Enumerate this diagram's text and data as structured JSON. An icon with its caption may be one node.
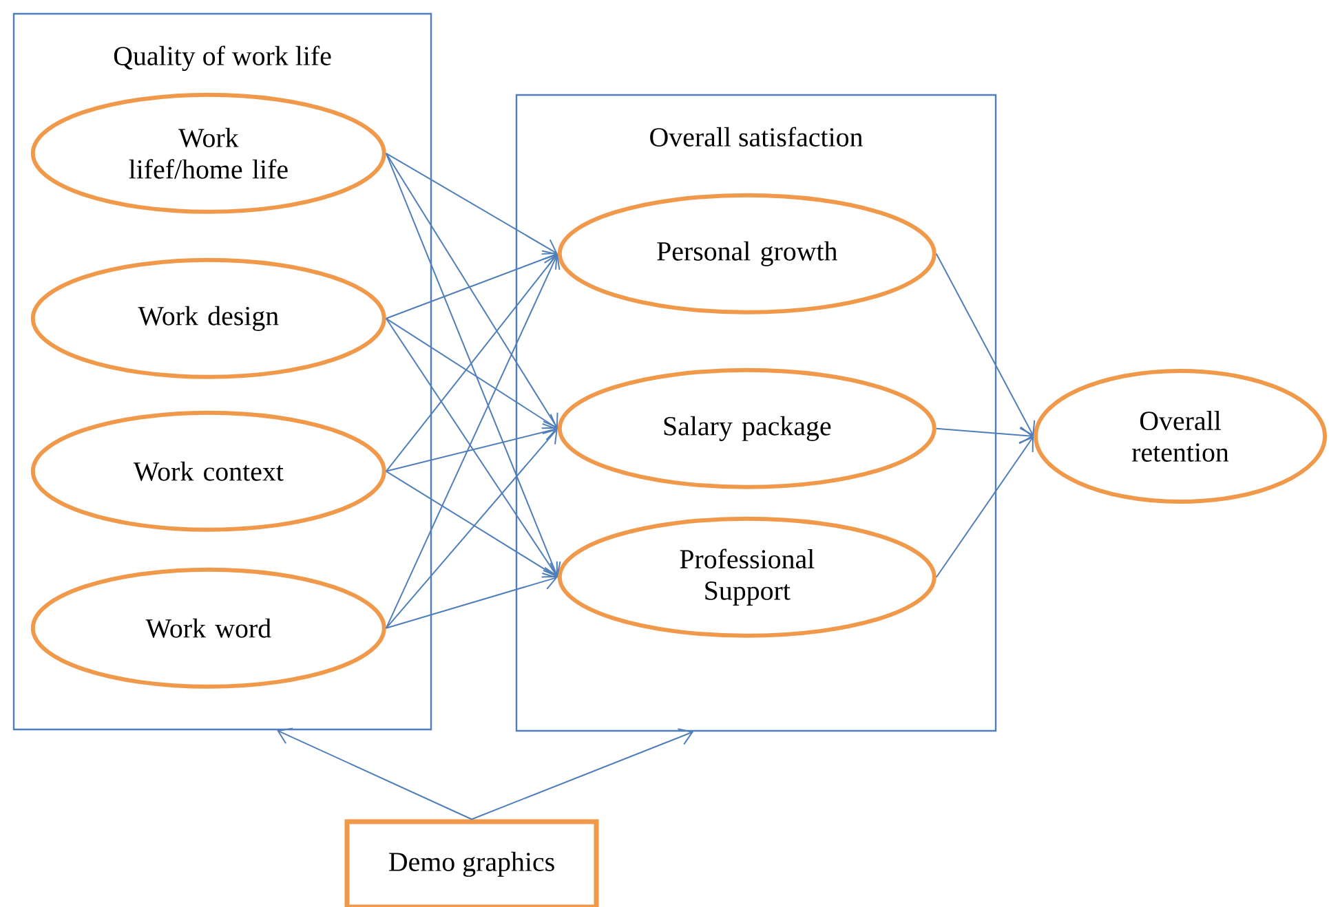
{
  "diagram": {
    "nodes": [
      {
        "text": [
          "Quality of work life"
        ]
      },
      {
        "text": [
          "Work lifef/home life"
        ],
        "in": 0
      },
      {
        "text": [
          "Work design"
        ],
        "in": 0
      },
      {
        "text": [
          "Work context"
        ],
        "in": 0
      },
      {
        "text": [
          "Work word"
        ],
        "in": 0
      },
      {
        "text": [
          "Overall satisfaction"
        ]
      },
      {
        "text": [
          "Personal growth"
        ],
        "in": 5
      },
      {
        "text": [
          "Salary package"
        ],
        "in": 5
      },
      {
        "text": [
          "Professional Support"
        ],
        "in": 5
      },
      {
        "text": [
          "Overall retention"
        ]
      },
      {
        "text": [
          "Demo graphics"
        ]
      }
    ],
    "edges": [
      {
        "from": 1,
        "to": 6,
        "arrow": "to"
      },
      {
        "from": 1,
        "to": 7,
        "arrow": "to"
      },
      {
        "from": 1,
        "to": 8,
        "arrow": "to"
      },
      {
        "from": 2,
        "to": 6,
        "arrow": "to"
      },
      {
        "from": 2,
        "to": 7,
        "arrow": "to"
      },
      {
        "from": 2,
        "to": 8,
        "arrow": "to"
      },
      {
        "from": 3,
        "to": 6,
        "arrow": "to"
      },
      {
        "from": 3,
        "to": 7,
        "arrow": "to"
      },
      {
        "from": 3,
        "to": 8,
        "arrow": "to"
      },
      {
        "from": 4,
        "to": 6,
        "arrow": "to"
      },
      {
        "from": 4,
        "to": 7,
        "arrow": "to"
      },
      {
        "from": 4,
        "to": 8,
        "arrow": "to"
      },
      {
        "from": 6,
        "to": 9,
        "arrow": "to"
      },
      {
        "from": 7,
        "to": 9,
        "arrow": "to"
      },
      {
        "from": 8,
        "to": 9,
        "arrow": "to"
      },
      {
        "from": 10,
        "to": 0,
        "arrow": "to"
      },
      {
        "from": 10,
        "to": 5,
        "arrow": "to"
      }
    ]
  }
}
